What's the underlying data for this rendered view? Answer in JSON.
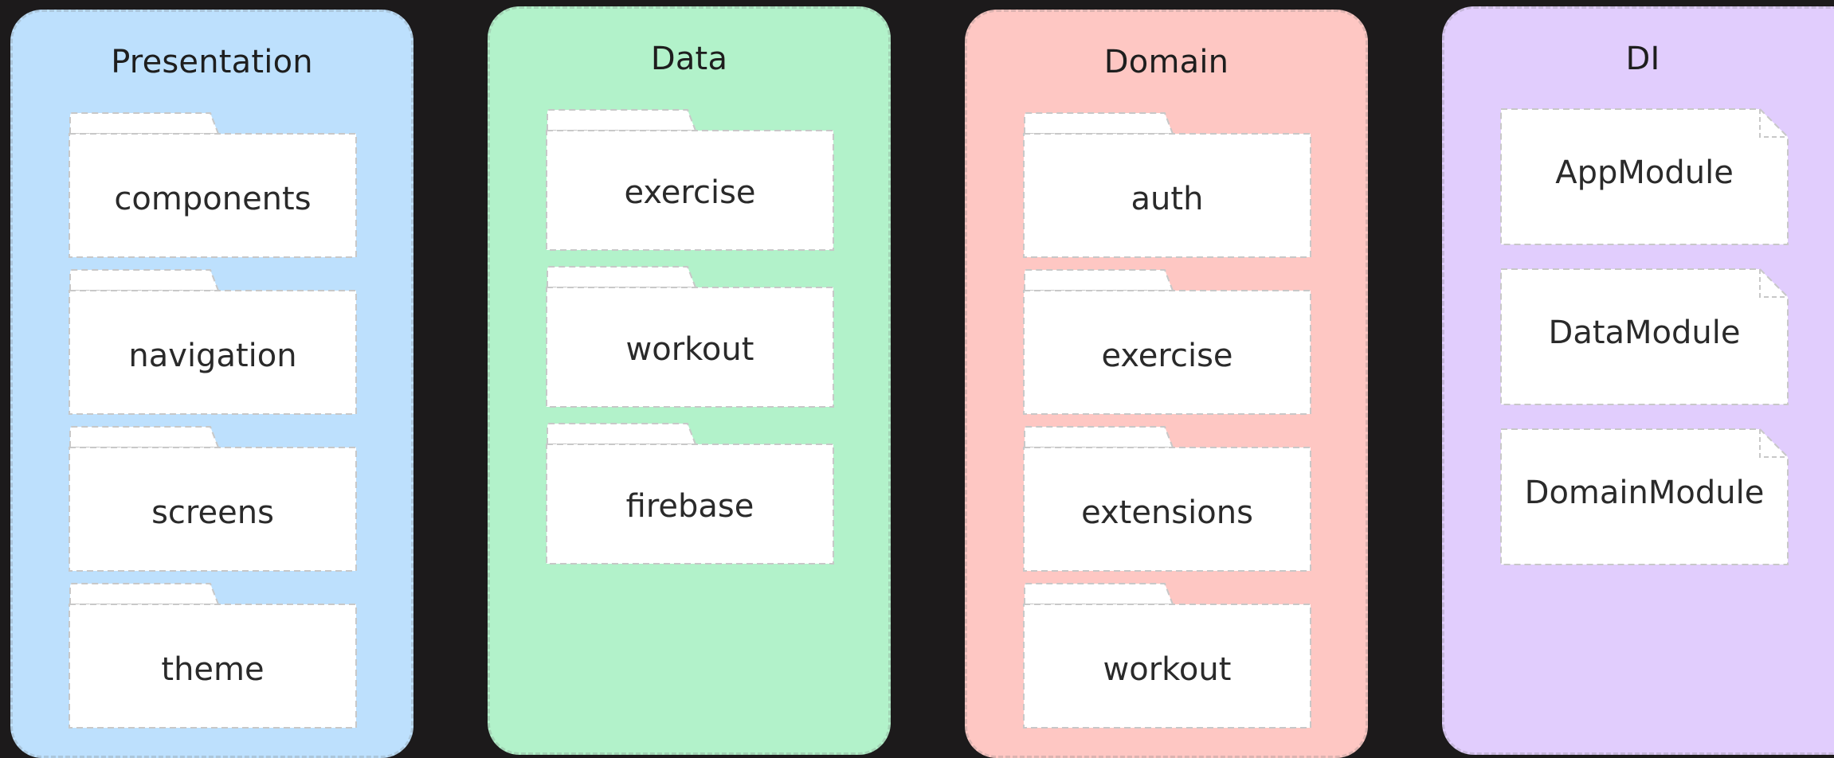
{
  "columns": [
    {
      "title": "Presentation",
      "color": "#bde0fd",
      "kind": "folder",
      "items": [
        "components",
        "navigation",
        "screens",
        "theme"
      ]
    },
    {
      "title": "Data",
      "color": "#b2f2ca",
      "kind": "folder",
      "items": [
        "exercise",
        "workout",
        "firebase"
      ]
    },
    {
      "title": "Domain",
      "color": "#fec7c3",
      "kind": "folder",
      "items": [
        "auth",
        "exercise",
        "extensions",
        "workout"
      ]
    },
    {
      "title": "DI",
      "color": "#e1cdfd",
      "kind": "file",
      "items": [
        "AppModule",
        "DataModule",
        "DomainModule"
      ]
    }
  ]
}
